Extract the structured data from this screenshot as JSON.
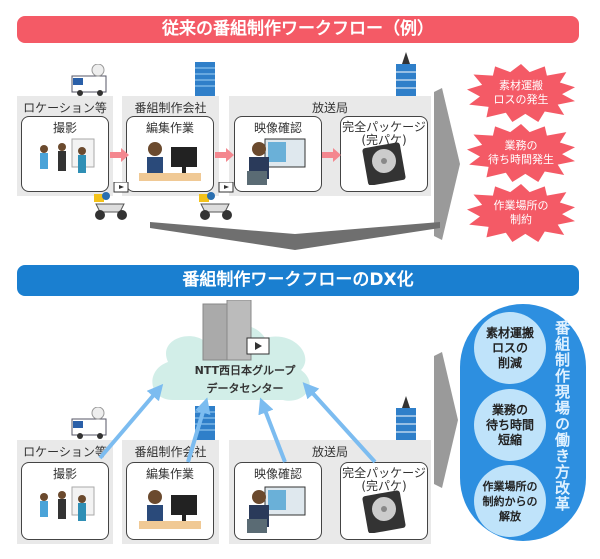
{
  "top": {
    "title": "従来の番組制作ワークフロー（例）",
    "panels": {
      "location": "ロケーション等",
      "production": "番組制作会社",
      "broadcaster": "放送局"
    },
    "cards": {
      "shooting": "撮影",
      "editing": "編集作業",
      "video_check": "映像確認",
      "package_line1": "完全パッケージ",
      "package_line2": "(完パケ)"
    },
    "problems": [
      {
        "l1": "素材運搬",
        "l2": "ロスの発生"
      },
      {
        "l1": "業務の",
        "l2": "待ち時間発生"
      },
      {
        "l1": "作業場所の",
        "l2": "制約"
      }
    ],
    "color": "#f45a66"
  },
  "bottom": {
    "title": "番組制作ワークフローのDX化",
    "datacenter_line1": "NTT西日本グループ",
    "datacenter_line2": "データセンター",
    "panels": {
      "location": "ロケーション等",
      "production": "番組制作会社",
      "broadcaster": "放送局"
    },
    "cards": {
      "shooting": "撮影",
      "editing": "編集作業",
      "video_check": "映像確認",
      "package_line1": "完全パッケージ",
      "package_line2": "(完パケ)"
    },
    "benefits": [
      {
        "l1": "素材運搬",
        "l2": "ロスの",
        "l3": "削減"
      },
      {
        "l1": "業務の",
        "l2": "待ち時間",
        "l3": "短縮"
      },
      {
        "l1": "作業場所の",
        "l2": "制約からの",
        "l3": "解放"
      }
    ],
    "reform_label": "番組制作現場の働き方改革",
    "color": "#1a7fd0"
  }
}
